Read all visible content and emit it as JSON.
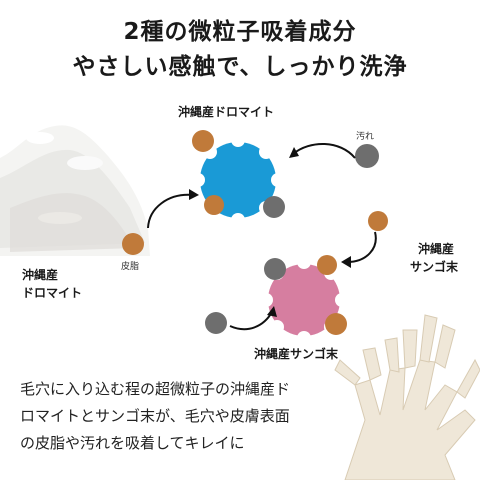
{
  "headline": {
    "line1": "2種の微粒子吸着成分",
    "line2": "やさしい感触で、しっかり洗浄"
  },
  "labels": {
    "dolomite_top": "沖縄産ドロマイト",
    "dolomite_left_line1": "沖縄産",
    "dolomite_left_line2": "ドロマイト",
    "coral_right_line1": "沖縄産",
    "coral_right_line2": "サンゴ末",
    "coral_bottom": "沖縄産サンゴ末",
    "dirt": "汚れ",
    "sebum": "皮脂"
  },
  "description": {
    "line1": "毛穴に入り込む程の超微粒子の沖縄産ド",
    "line2": "ロマイトとサンゴ末が、毛穴や皮膚表面",
    "line3": "の皮脂や汚れを吸着してキレイに"
  },
  "colors": {
    "dolomite_gear": "#1a9ad6",
    "coral_gear": "#d67ea0",
    "sebum_dot": "#c07a3a",
    "dirt_dot": "#6e6e6e",
    "powder": "#f2f2f0",
    "coral": "#efe6d6"
  }
}
